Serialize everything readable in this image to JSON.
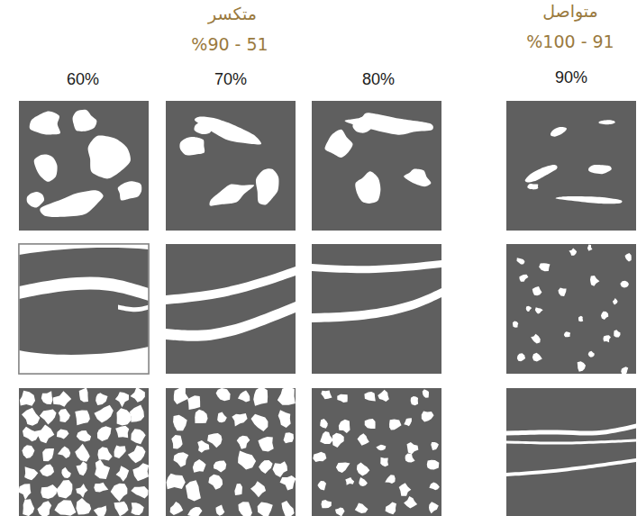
{
  "diagram": {
    "labels": [
      "متكسر",
      "%90 - 51",
      "متواصل",
      "%100 - 91",
      "60%",
      "70%",
      "80%",
      "90%"
    ]
  }
}
